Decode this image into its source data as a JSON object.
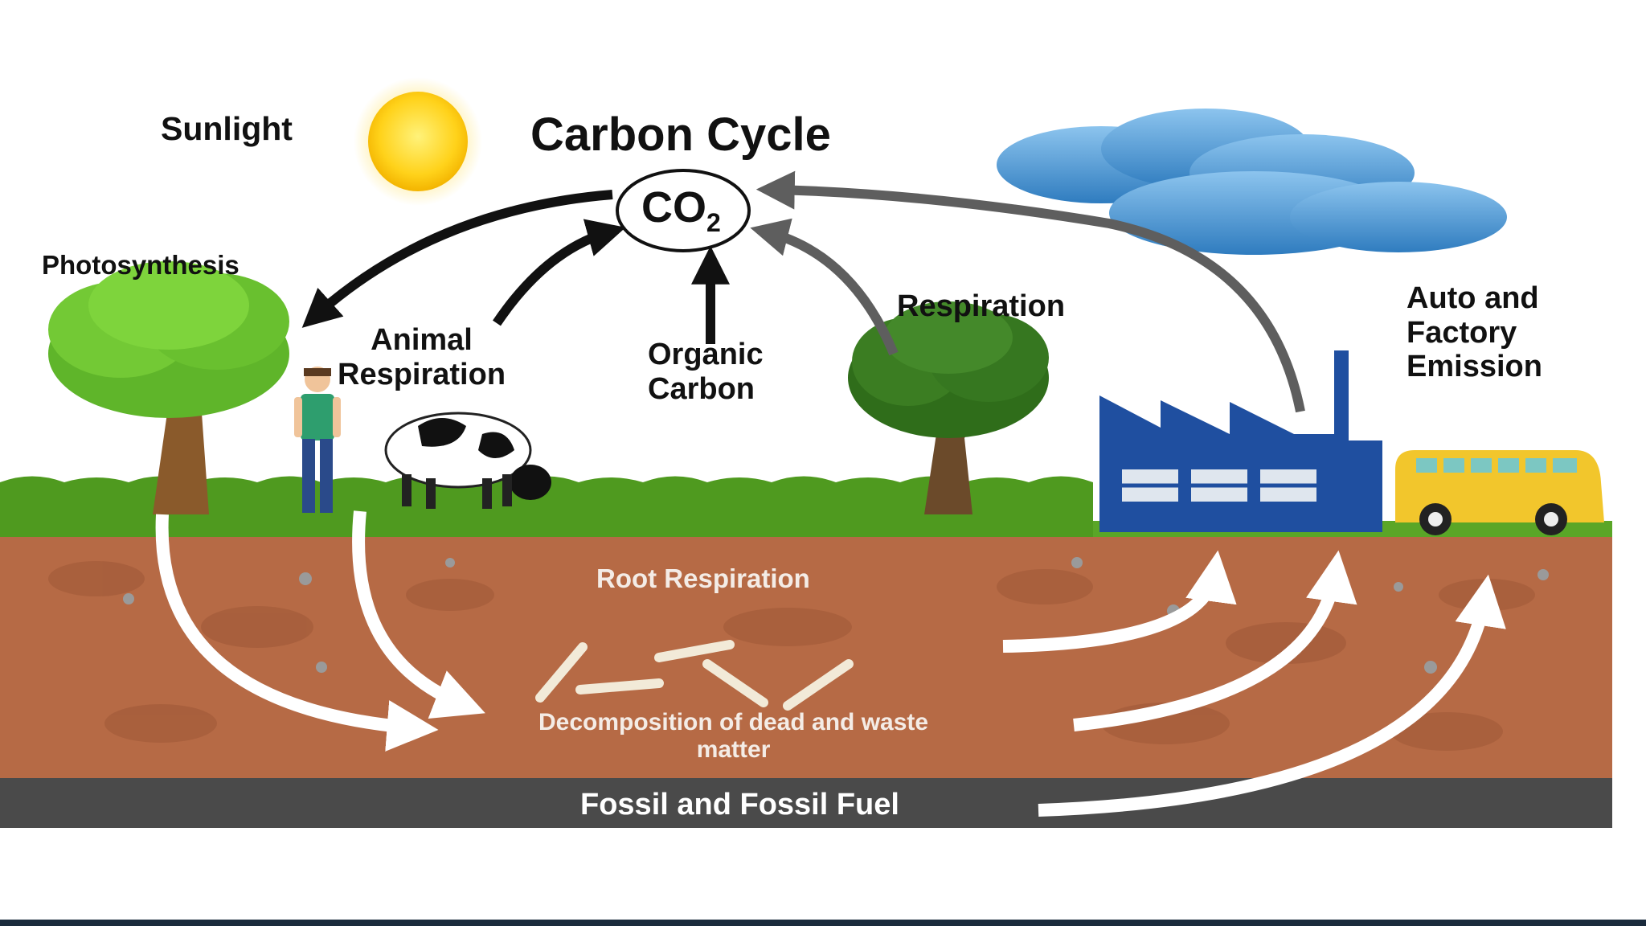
{
  "diagram": {
    "title": "Carbon Cycle",
    "co2": {
      "main": "CO",
      "subscript": "2"
    },
    "labels": {
      "sunlight": "Sunlight",
      "photosynthesis": "Photosynthesis",
      "animal_respiration": [
        "Animal",
        "Respiration"
      ],
      "organic_carbon": [
        "Organic",
        "Carbon"
      ],
      "respiration": "Respiration",
      "auto_factory_emission": [
        "Auto and",
        "Factory",
        "Emission"
      ],
      "root_respiration": "Root Respiration",
      "decomposition": [
        "Decomposition of dead and waste",
        "matter"
      ],
      "fossil_fuel": "Fossil and Fossil Fuel"
    }
  },
  "colors": {
    "soil": "#b66a45",
    "grass": "#4f9a1f",
    "fossil_band": "#4a4a4a",
    "sun": "#ffd21a",
    "cloud": "#3f8fcf",
    "factory": "#1f4fa0",
    "bus": "#f2c62c",
    "arrow_black": "#111111",
    "arrow_gray": "#5e5e5e",
    "arrow_white": "#ffffff"
  }
}
